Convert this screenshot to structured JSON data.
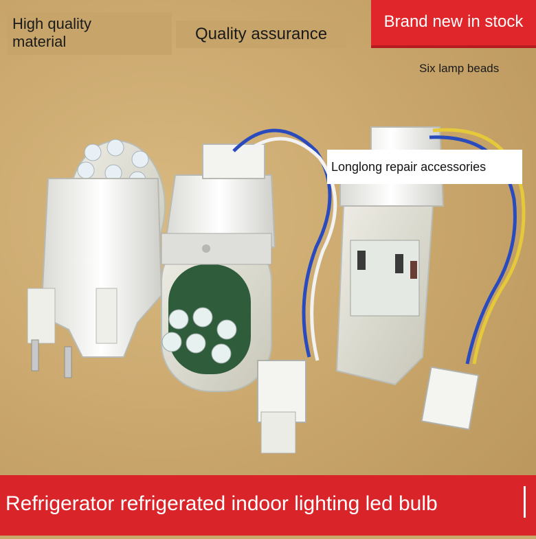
{
  "labels": {
    "high_quality": "High quality\nmaterial",
    "quality_assurance": "Quality assurance",
    "brand_new": "Brand new in stock",
    "six_beads": "Six lamp beads",
    "repair": "Longlong repair accessories",
    "banner": "Refrigerator refrigerated indoor lighting led bulb"
  },
  "colors": {
    "background": "#c9a76a",
    "red_banner": "#d9242a",
    "white": "#ffffff"
  }
}
